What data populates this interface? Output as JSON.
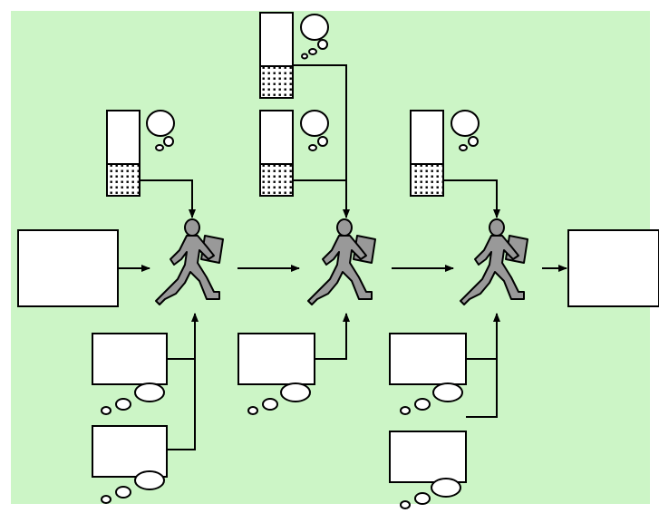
{
  "diagram": {
    "background_color": "#ccf5c6",
    "stroke_color": "#000000",
    "box_fill": "#ffffff",
    "figure_fill": "#999999",
    "dot_color": "#000000",
    "workers": [
      {
        "id": "worker-1",
        "icon": "walking-person-carrying-box-icon"
      },
      {
        "id": "worker-2",
        "icon": "walking-person-carrying-box-icon"
      },
      {
        "id": "worker-3",
        "icon": "walking-person-carrying-box-icon"
      }
    ],
    "containers": [
      {
        "id": "container-1",
        "level": 0.3
      },
      {
        "id": "container-2a",
        "level": 0.3
      },
      {
        "id": "container-2b",
        "level": 0.3
      },
      {
        "id": "container-3",
        "level": 0.3
      }
    ],
    "input_box_icon": "blank-box",
    "output_box_icon": "blank-box"
  }
}
